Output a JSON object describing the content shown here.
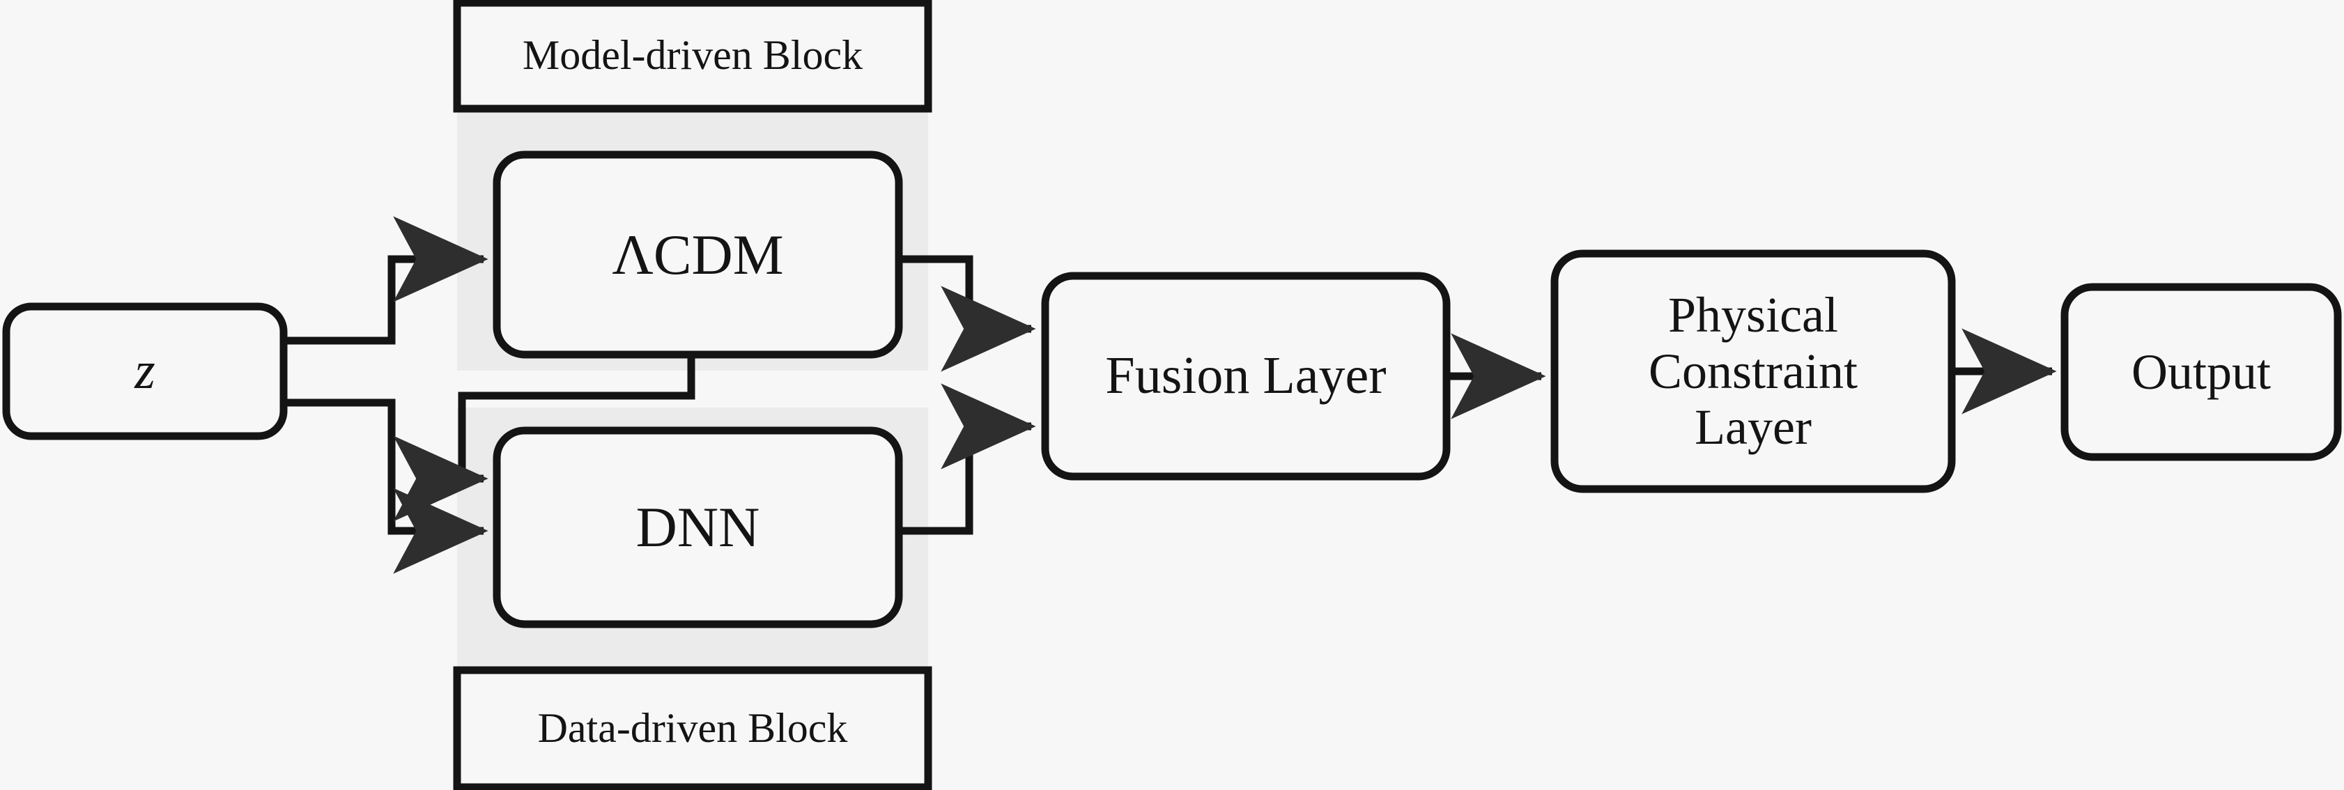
{
  "diagram": {
    "title": "Hybrid model-driven / data-driven network architecture",
    "background_color": "#f7f7f7",
    "stroke_color": "#141414",
    "group_band_color": "#ebebeb",
    "nodes": {
      "input": {
        "label": "z",
        "shape": "rounded-rect"
      },
      "lcdm": {
        "label": "ΛCDM",
        "shape": "rounded-rect"
      },
      "dnn": {
        "label": "DNN",
        "shape": "rounded-rect"
      },
      "fusion": {
        "label": "Fusion Layer",
        "shape": "rounded-rect"
      },
      "physical_constraint": {
        "label": "Physical\nConstraint\nLayer",
        "shape": "rounded-rect"
      },
      "output": {
        "label": "Output",
        "shape": "rounded-rect"
      }
    },
    "groups": {
      "model_driven": {
        "label": "Model-driven Block",
        "shape": "rect"
      },
      "data_driven": {
        "label": "Data-driven Block",
        "shape": "rect"
      }
    },
    "edges": [
      {
        "name": "z-to-lcdm",
        "from": "input",
        "to": "lcdm",
        "arrow": true
      },
      {
        "name": "z-to-dnn",
        "from": "input",
        "to": "dnn",
        "arrow": true
      },
      {
        "name": "lcdm-to-dnn",
        "from": "lcdm",
        "to": "dnn",
        "arrow": true
      },
      {
        "name": "lcdm-to-fusion",
        "from": "lcdm",
        "to": "fusion",
        "arrow": true
      },
      {
        "name": "dnn-to-fusion",
        "from": "dnn",
        "to": "fusion",
        "arrow": true
      },
      {
        "name": "fusion-to-physical-constraint",
        "from": "fusion",
        "to": "physical_constraint",
        "arrow": true
      },
      {
        "name": "physical-constraint-to-output",
        "from": "physical_constraint",
        "to": "output",
        "arrow": true
      }
    ]
  }
}
